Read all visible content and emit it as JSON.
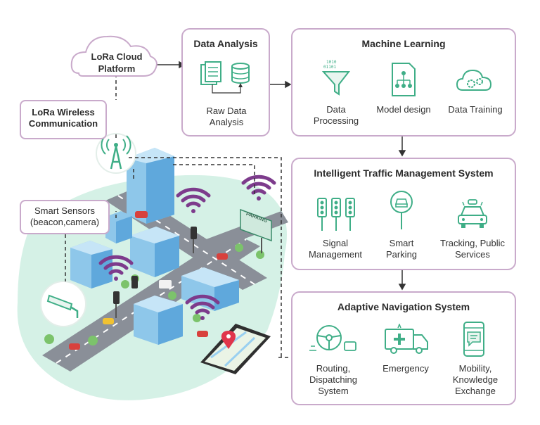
{
  "cloud": {
    "label": "LoRa Cloud Platform"
  },
  "wireless": {
    "label": "LoRa Wireless Communication"
  },
  "sensors": {
    "label": "Smart Sensors (beacon,camera)"
  },
  "parking_sign": "PARKING",
  "data_analysis": {
    "title": "Data Analysis",
    "item": "Raw Data Analysis"
  },
  "machine_learning": {
    "title": "Machine Learning",
    "items": [
      "Data Processing",
      "Model design",
      "Data Training"
    ]
  },
  "traffic": {
    "title": "Intelligent Traffic Management System",
    "items": [
      "Signal Management",
      "Smart Parking",
      "Tracking, Public Services"
    ]
  },
  "navigation": {
    "title": "Adaptive Navigation System",
    "items": [
      "Routing, Dispatching System",
      "Emergency",
      "Mobility, Knowledge Exchange"
    ]
  },
  "colors": {
    "border": "#c9aacb",
    "icon_green": "#3fae87",
    "wifi_purple": "#7d3b8c",
    "ground": "#d5f1e6",
    "road": "#8a8f98",
    "building_blue": "#8ec7ea"
  }
}
